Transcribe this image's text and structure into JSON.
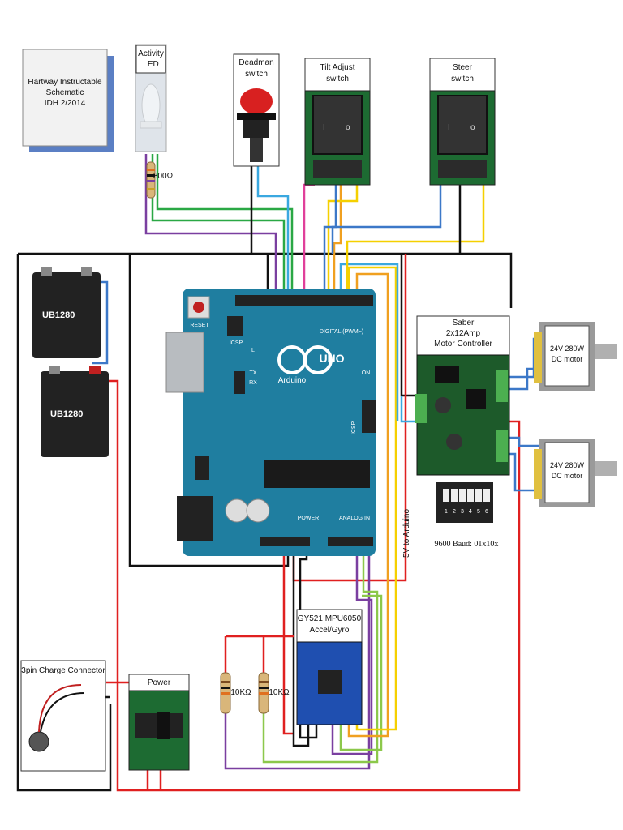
{
  "title": {
    "line1": "Hartway Instructable",
    "line2": "Schematic",
    "line3": "IDH 2/2014"
  },
  "components": {
    "activity_led": {
      "line1": "Activity",
      "line2": "LED"
    },
    "resistor_led": "300Ω",
    "deadman": {
      "line1": "Deadman",
      "line2": "switch"
    },
    "tilt": {
      "line1": "Tilt Adjust",
      "line2": "switch"
    },
    "steer": {
      "line1": "Steer",
      "line2": "switch"
    },
    "saber": {
      "line1": "Saber",
      "line2": "2x12Amp",
      "line3": "Motor Controller"
    },
    "motor_top": {
      "line1": "24V 280W",
      "line2": "DC motor"
    },
    "motor_bottom": {
      "line1": "24V 280W",
      "line2": "DC motor"
    },
    "dip_caption": "9600 Baud: 01x10x",
    "five_volt": "5V to Arduino",
    "gyro": {
      "line1": "GY521 MPU6050",
      "line2": "Accel/Gyro"
    },
    "r1": "10KΩ",
    "r2": "10KΩ",
    "charge": "3pin Charge Connector",
    "power": "Power",
    "battery_brand": "UB1280",
    "arduino": {
      "brand": "Arduino",
      "model": "UNO",
      "reset": "RESET",
      "digital": "DIGITAL (PWM~)",
      "power": "POWER",
      "analog": "ANALOG IN",
      "on": "ON",
      "tx": "TX",
      "rx": "RX",
      "l": "L",
      "icsp": "ICSP",
      "icsp2": "ICSP"
    },
    "dip_numbers": [
      "1",
      "2",
      "3",
      "4",
      "5",
      "6"
    ]
  },
  "colors": {
    "black": "#111111",
    "red": "#e02020",
    "blue": "#3c78c8",
    "yellow": "#f5d000",
    "green": "#2aa845",
    "purple": "#7a3fa0",
    "pink": "#e0409a",
    "orange": "#f0a020",
    "lightblue": "#3aa8e0",
    "lightgreen": "#8cc84b",
    "arduino": "#1f7ea0",
    "pcb": "#1d5a2a"
  }
}
